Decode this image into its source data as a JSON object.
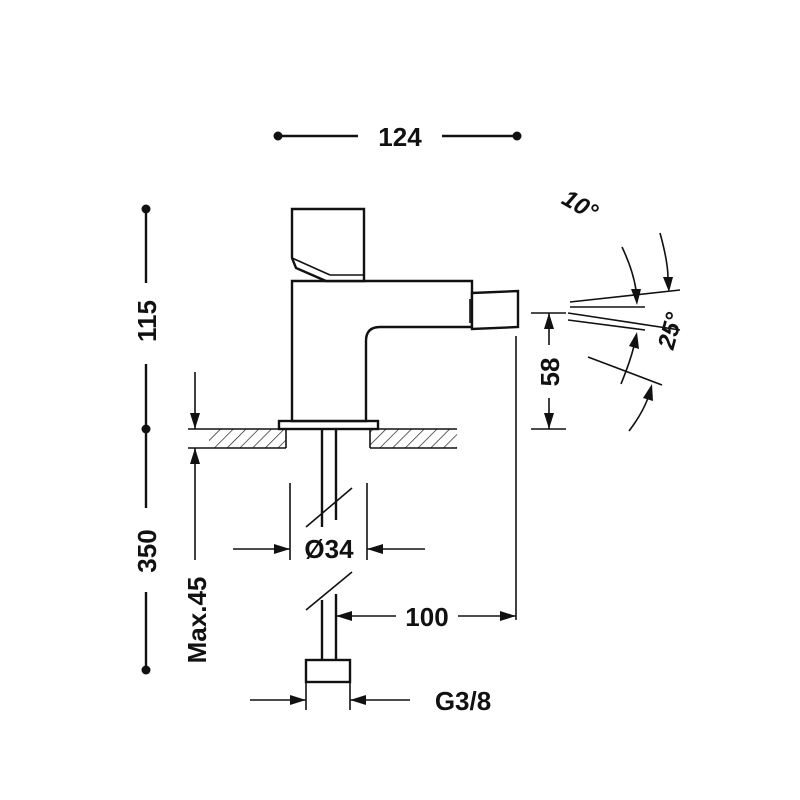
{
  "dimensions": {
    "width_top": "124",
    "height_body": "115",
    "height_total": "350",
    "spout_height": "58",
    "max_thickness": "Max.45",
    "hole_diameter": "Ø34",
    "spout_reach": "100",
    "connection_thread": "G3/8"
  },
  "angles": {
    "tilt_small": "10°",
    "tilt_large": "25°"
  },
  "colors": {
    "line": "#111111",
    "background": "#ffffff"
  }
}
